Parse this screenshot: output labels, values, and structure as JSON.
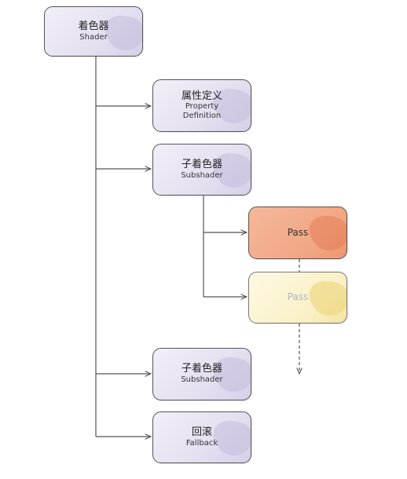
{
  "nodes": {
    "shader": {
      "label": "着色器",
      "sub": "Shader"
    },
    "property": {
      "label": "属性定义",
      "sub": "Property\nDefinition"
    },
    "subshader1": {
      "label": "子着色器",
      "sub": "Subshader"
    },
    "pass1": {
      "label": "Pass"
    },
    "pass2": {
      "label": "Pass"
    },
    "subshader2": {
      "label": "子着色器",
      "sub": "Subshader"
    },
    "fallback": {
      "label": "回滚",
      "sub": "Fallback"
    }
  },
  "colors": {
    "violet": "#e4e0f0",
    "orange": "#f1a683",
    "yellow": "#faf0c6",
    "line": "#555555"
  }
}
